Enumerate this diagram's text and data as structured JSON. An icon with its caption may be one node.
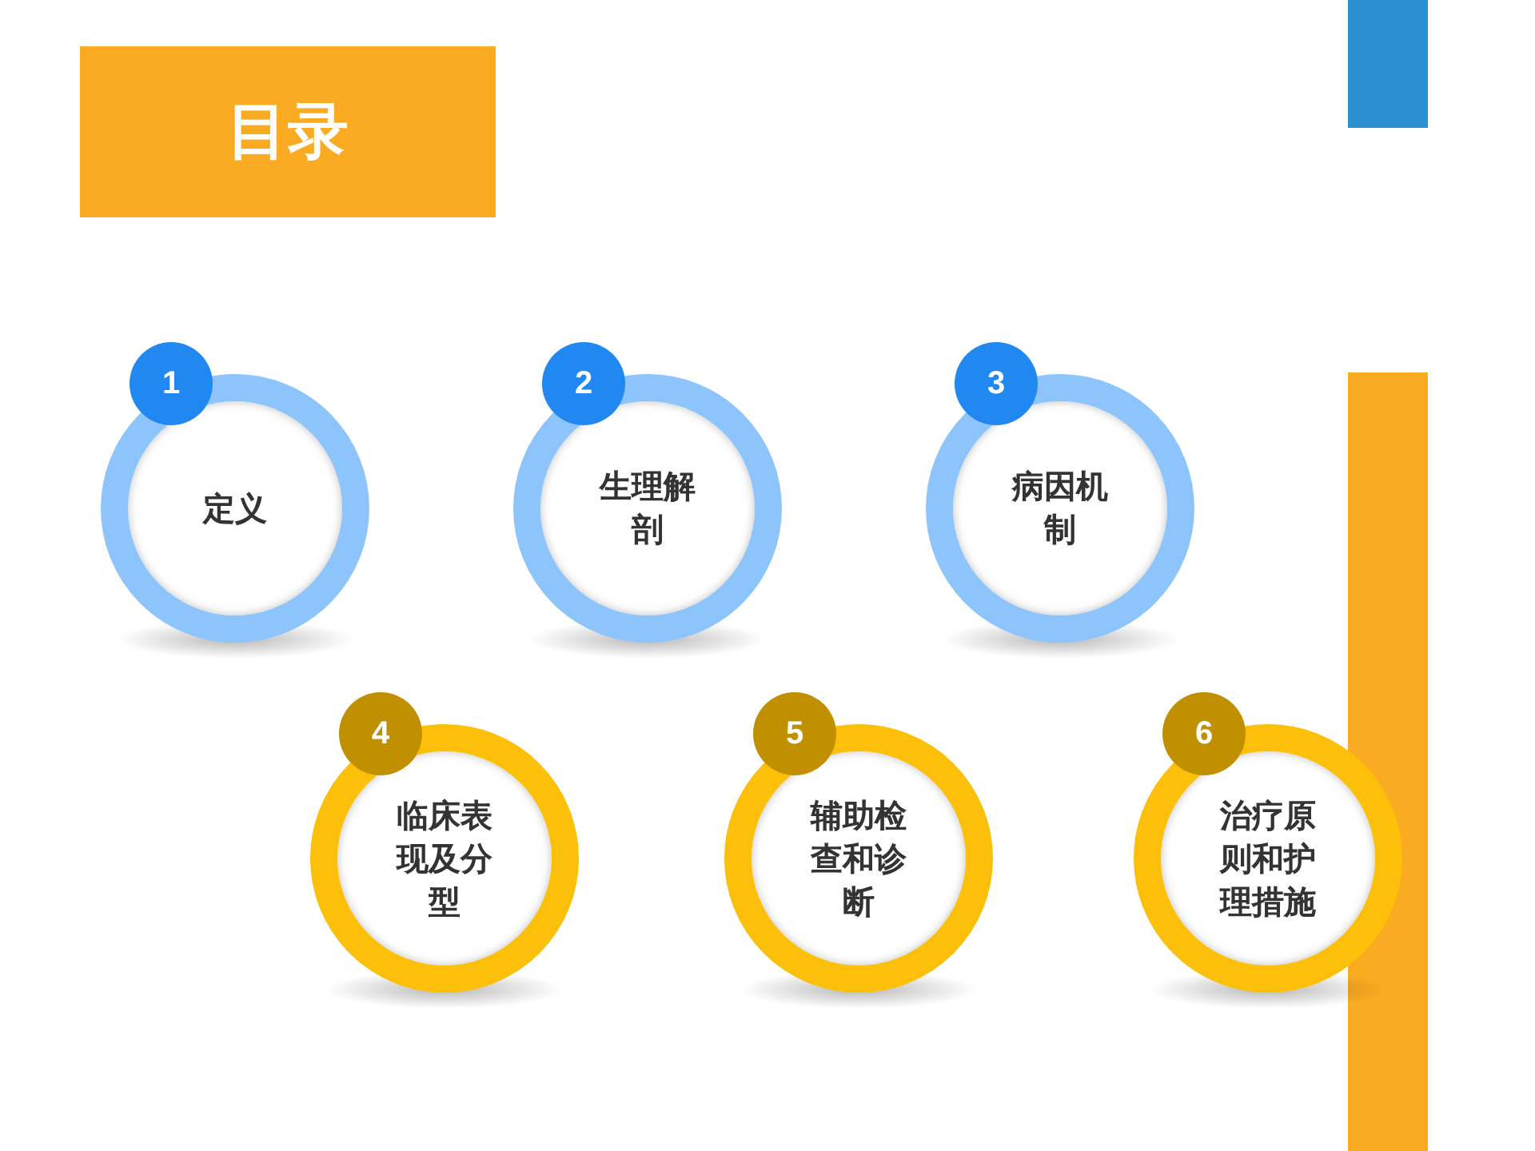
{
  "diagram": {
    "title": "目录",
    "nodes": [
      {
        "text": [],
        "shape": "bar"
      },
      {
        "text": [],
        "shape": "bar"
      },
      {
        "text": [
          "1"
        ]
      },
      {
        "text": [
          "定义"
        ]
      },
      {
        "text": [
          "2"
        ]
      },
      {
        "text": [
          "生理解剖"
        ]
      },
      {
        "text": [
          "3"
        ]
      },
      {
        "text": [
          "病因机制"
        ]
      },
      {
        "text": [
          "4"
        ]
      },
      {
        "text": [
          "临床表现及分型"
        ]
      },
      {
        "text": [
          "5"
        ]
      },
      {
        "text": [
          "辅助检查和诊断"
        ]
      },
      {
        "text": [
          "6"
        ]
      },
      {
        "text": [
          "治疗原则和护理措施"
        ]
      }
    ]
  }
}
